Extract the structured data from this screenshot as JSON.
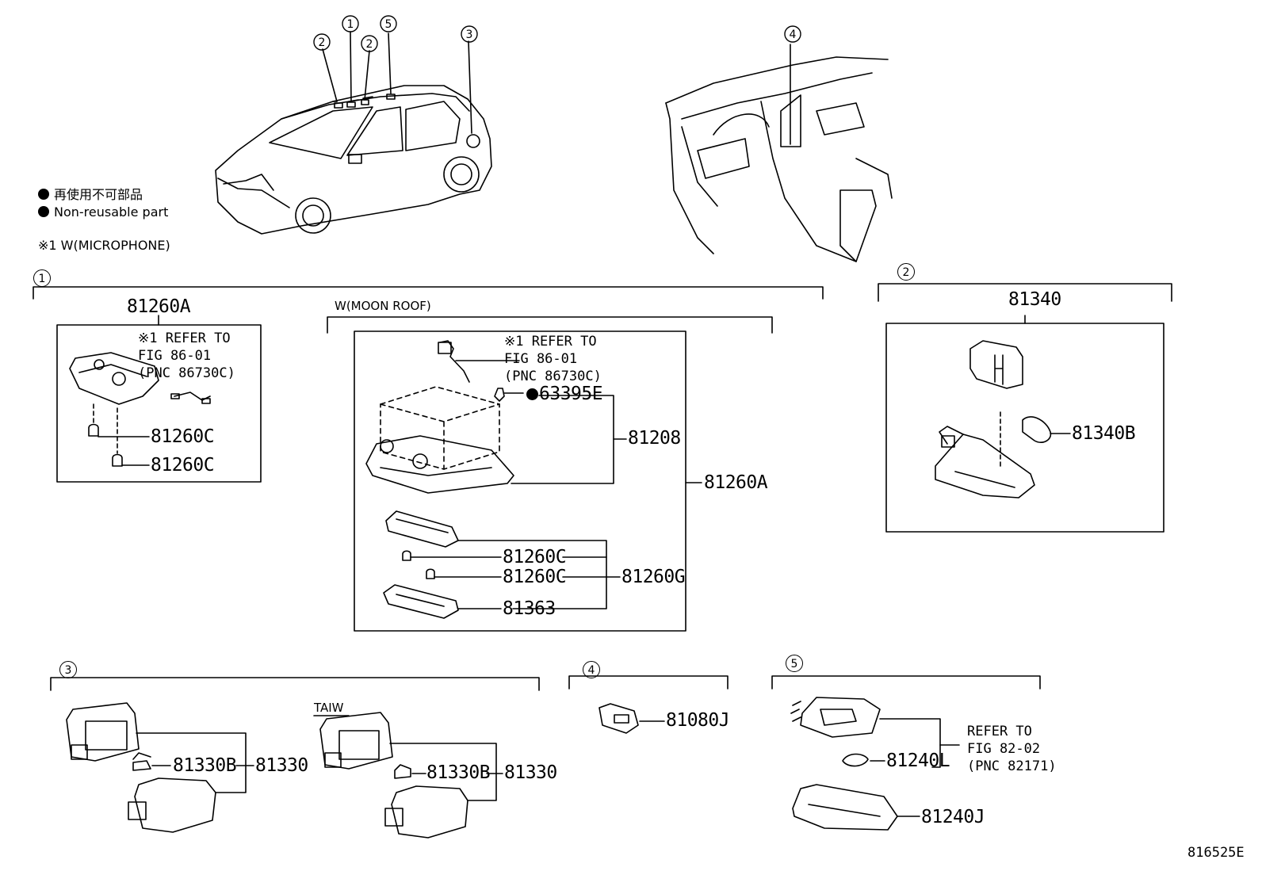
{
  "legend": {
    "non_reusable_jp": "再使用不可部品",
    "non_reusable_en": "Non-reusable part",
    "note1": "※1 W(MICROPHONE)"
  },
  "callouts": [
    "1",
    "2",
    "3",
    "4",
    "5"
  ],
  "section1": {
    "num": "1",
    "left_part": "81260A",
    "left_ref": "※1 REFER TO\nFIG 86-01\n(PNC 86730C)",
    "left_bulb1": "81260C",
    "left_bulb2": "81260C",
    "moon_roof_label": "W(MOON ROOF)",
    "mr_ref": "※1 REFER TO\nFIG 86-01\n(PNC 86730C)",
    "mr_63395e": "63395E",
    "mr_81208": "81208",
    "mr_81260a": "81260A",
    "mr_81260c_1": "81260C",
    "mr_81260c_2": "81260C",
    "mr_81260g": "81260G",
    "mr_81363": "81363"
  },
  "section2": {
    "num": "2",
    "part": "81340",
    "bulb": "81340B"
  },
  "section3": {
    "num": "3",
    "bulb_a": "81330B",
    "assy_a": "81330",
    "taiw": "TAIW",
    "bulb_b": "81330B",
    "assy_b": "81330"
  },
  "section4": {
    "num": "4",
    "part": "81080J"
  },
  "section5": {
    "num": "5",
    "ref": "REFER TO\nFIG 82-02\n(PNC 82171)",
    "bulb": "81240L",
    "part": "81240J"
  },
  "figure_id": "816525E"
}
